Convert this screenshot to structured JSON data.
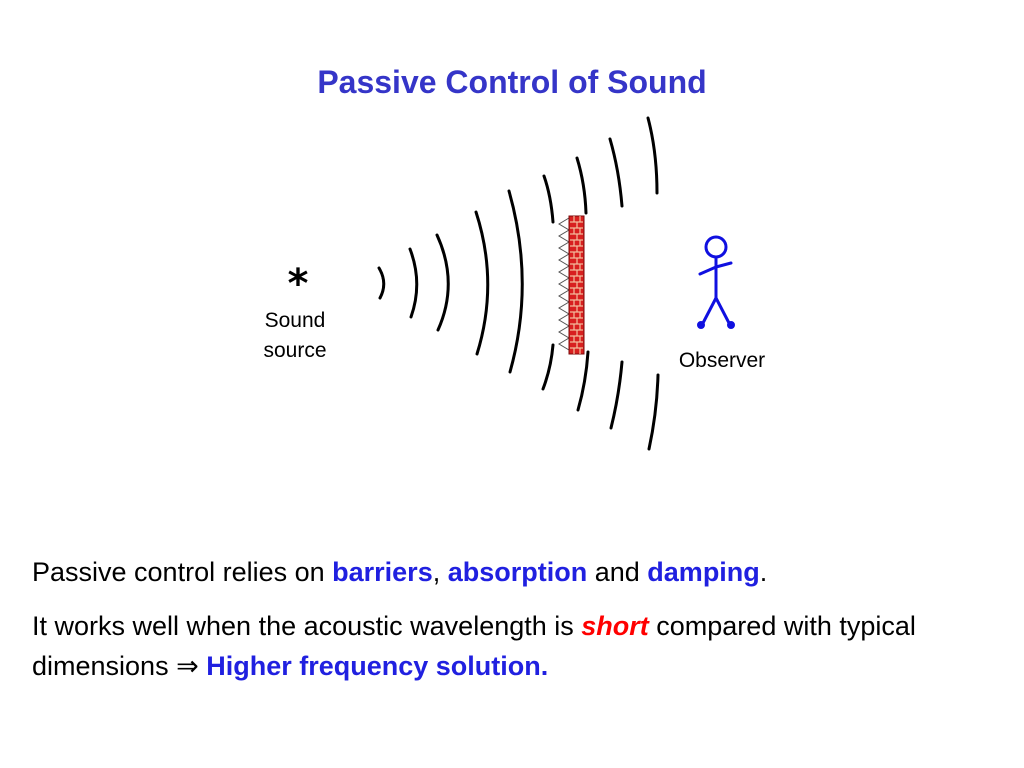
{
  "title": "Passive Control of Sound",
  "diagram": {
    "source_symbol": "*",
    "source_label_line1": "Sound",
    "source_label_line2": "source",
    "observer_label": "Observer",
    "barrier_color": "#d82020",
    "barrier_mortar_color": "#f4c0a0",
    "figure_color": "#1010e0",
    "wave_color": "#000000"
  },
  "body": {
    "line1": {
      "prefix": "Passive control relies on ",
      "kw1": "barriers",
      "sep1": ", ",
      "kw2": "absorption",
      "sep2": " and ",
      "kw3": "damping",
      "suffix": "."
    },
    "line2": {
      "prefix": "It works well when the acoustic wavelength is ",
      "em": "short",
      "middle": " compared with typical dimensions ",
      "arrow": "⇒",
      "conclusion": "Higher frequency solution."
    }
  },
  "colors": {
    "title": "#3535c8",
    "keyword": "#2020e0",
    "emphasis": "#ff0000"
  }
}
